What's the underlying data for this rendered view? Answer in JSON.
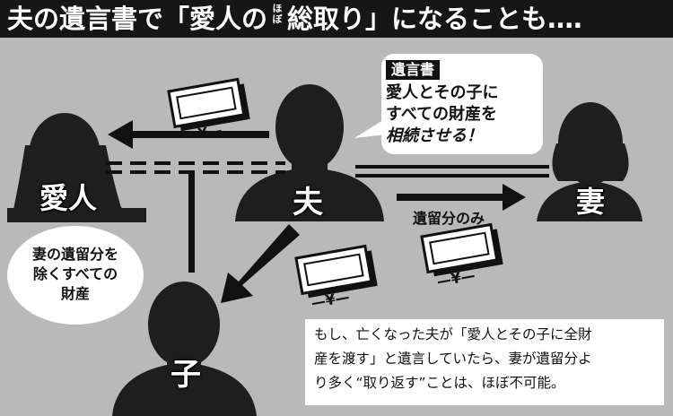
{
  "title": {
    "prefix": "夫の遺言書で「愛人の",
    "ruby_1": "ほ",
    "ruby_2": "ぼ",
    "suffix": "総取り」になることも‥‥"
  },
  "people": {
    "husband": "夫",
    "mistress": "愛人",
    "wife": "妻",
    "child": "子"
  },
  "callout": {
    "tag": "遺言書",
    "lines": [
      "愛人とその子に",
      "すべての財産を",
      "相続させる！"
    ]
  },
  "ellipse": {
    "lines": [
      "妻の遺留分を",
      "除くすべての",
      "財産"
    ]
  },
  "arrow_label": "遺留分のみ",
  "bill_symbol": "—¥—",
  "note": {
    "lines": [
      "もし、亡くなった夫が「愛人とその子に全財",
      "産を渡す」と遺言していたら、妻が遺留分よ",
      "り多く“取り返す”ことは、ほぼ不可能。"
    ]
  },
  "colors": {
    "background": "#b9b9b9",
    "silhouette": "#1e1e1e",
    "title_bar": "#161616"
  }
}
